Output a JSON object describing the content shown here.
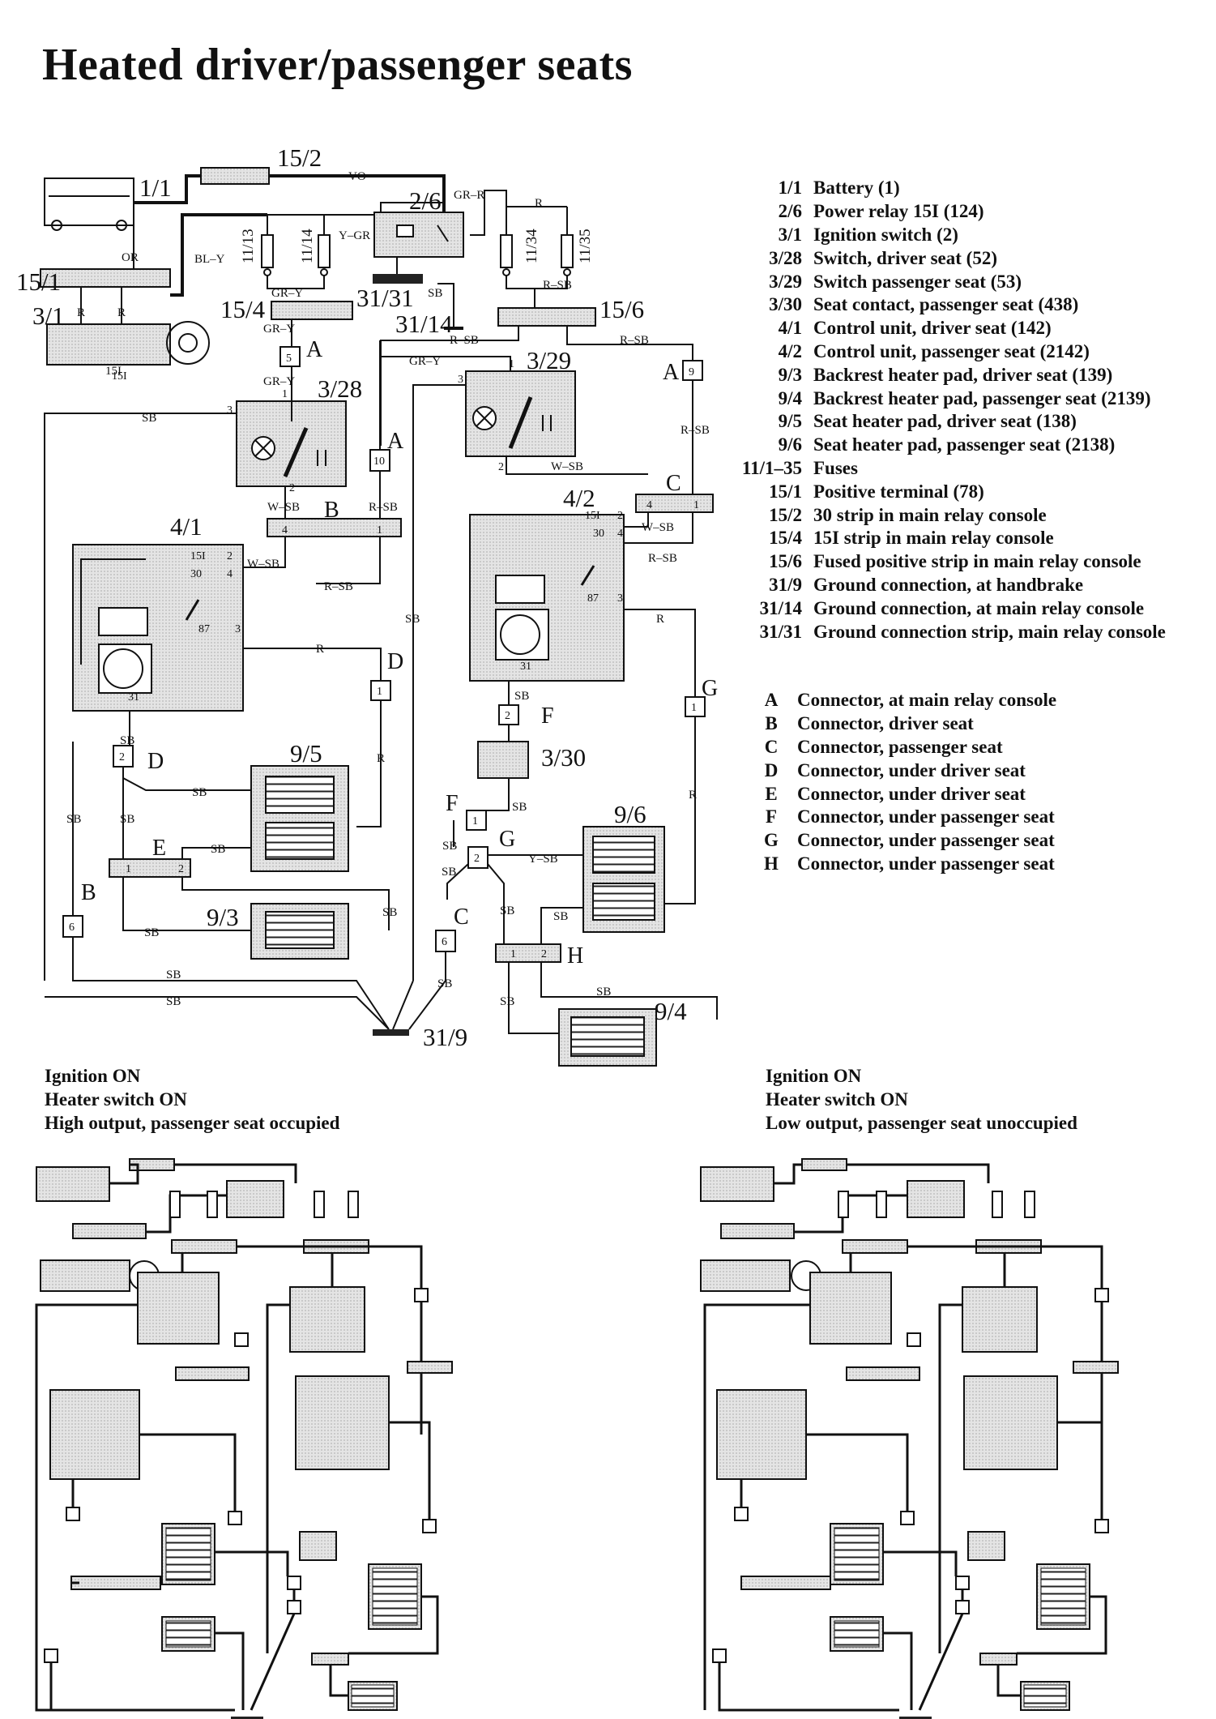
{
  "title": "Heated driver/passenger seats",
  "legend": [
    {
      "code": "1/1",
      "desc": "Battery (1)"
    },
    {
      "code": "2/6",
      "desc": "Power relay 15I (124)"
    },
    {
      "code": "3/1",
      "desc": "Ignition switch (2)"
    },
    {
      "code": "3/28",
      "desc": "Switch, driver seat (52)"
    },
    {
      "code": "3/29",
      "desc": "Switch passenger seat (53)"
    },
    {
      "code": "3/30",
      "desc": "Seat contact, passenger seat (438)"
    },
    {
      "code": "4/1",
      "desc": "Control unit, driver seat (142)"
    },
    {
      "code": "4/2",
      "desc": "Control unit, passenger seat (2142)"
    },
    {
      "code": "9/3",
      "desc": "Backrest heater pad, driver seat (139)"
    },
    {
      "code": "9/4",
      "desc": "Backrest heater pad, passenger seat (2139)"
    },
    {
      "code": "9/5",
      "desc": "Seat heater pad, driver seat (138)"
    },
    {
      "code": "9/6",
      "desc": "Seat heater pad, passenger seat (2138)"
    },
    {
      "code": "11/1–35",
      "desc": "Fuses"
    },
    {
      "code": "15/1",
      "desc": "Positive terminal (78)"
    },
    {
      "code": "15/2",
      "desc": "30 strip in main relay console"
    },
    {
      "code": "15/4",
      "desc": "15I strip in main relay console"
    },
    {
      "code": "15/6",
      "desc": "Fused positive strip in main relay console"
    },
    {
      "code": "31/9",
      "desc": "Ground connection, at handbrake"
    },
    {
      "code": "31/14",
      "desc": "Ground connection, at main relay console"
    },
    {
      "code": "31/31",
      "desc": "Ground connection strip, main relay console"
    }
  ],
  "connectors": [
    {
      "code": "A",
      "desc": "Connector, at main relay console"
    },
    {
      "code": "B",
      "desc": "Connector, driver seat"
    },
    {
      "code": "C",
      "desc": "Connector, passenger seat"
    },
    {
      "code": "D",
      "desc": "Connector, under driver seat"
    },
    {
      "code": "E",
      "desc": "Connector, under driver seat"
    },
    {
      "code": "F",
      "desc": "Connector, under passenger seat"
    },
    {
      "code": "G",
      "desc": "Connector, under passenger seat"
    },
    {
      "code": "H",
      "desc": "Connector, under passenger seat"
    }
  ],
  "state_left": {
    "line1": "Ignition ON",
    "line2": "Heater switch ON",
    "line3": "High output, passenger seat occupied"
  },
  "state_right": {
    "line1": "Ignition ON",
    "line2": "Heater switch ON",
    "line3": "Low output, passenger seat unoccupied"
  },
  "diagram_labels": {
    "battery": "1/1",
    "strip_30": "15/2",
    "power_relay": "2/6",
    "positive_terminal": "15/1",
    "ignition_switch": "3/1",
    "strip_15i": "15/4",
    "ground_strip": "31/31",
    "ground_relay_console": "31/14",
    "fused_strip": "15/6",
    "switch_driver": "3/28",
    "switch_passenger": "3/29",
    "control_driver": "4/1",
    "control_passenger": "4/2",
    "seat_contact": "3/30",
    "seat_pad_driver": "9/5",
    "seat_pad_passenger": "9/6",
    "backrest_driver": "9/3",
    "backrest_passenger": "9/4",
    "ground_handbrake": "31/9",
    "fuse_1": "11/13",
    "fuse_2": "11/14",
    "fuse_3": "11/34",
    "fuse_4": "11/35"
  },
  "wire_colors": {
    "vo": "VO",
    "or": "OR",
    "bl_y": "BL–Y",
    "y_gr": "Y–GR",
    "gr_r": "GR–R",
    "r": "R",
    "sb": "SB",
    "r_sb": "R–SB",
    "gr_y": "GR–Y",
    "w_sb": "W–SB",
    "y_sb": "Y–SB",
    "ign": "15I"
  },
  "connector_letters": {
    "a": "A",
    "b": "B",
    "c": "C",
    "d": "D",
    "e": "E",
    "f": "F",
    "g": "G",
    "h": "H"
  },
  "pin_labels": {
    "p1": "1",
    "p2": "2",
    "p3": "3",
    "p4": "4",
    "p5": "5",
    "p6": "6",
    "p9": "9",
    "p10": "10",
    "p30": "30",
    "p31": "31",
    "p87": "87",
    "p15i": "15I"
  }
}
